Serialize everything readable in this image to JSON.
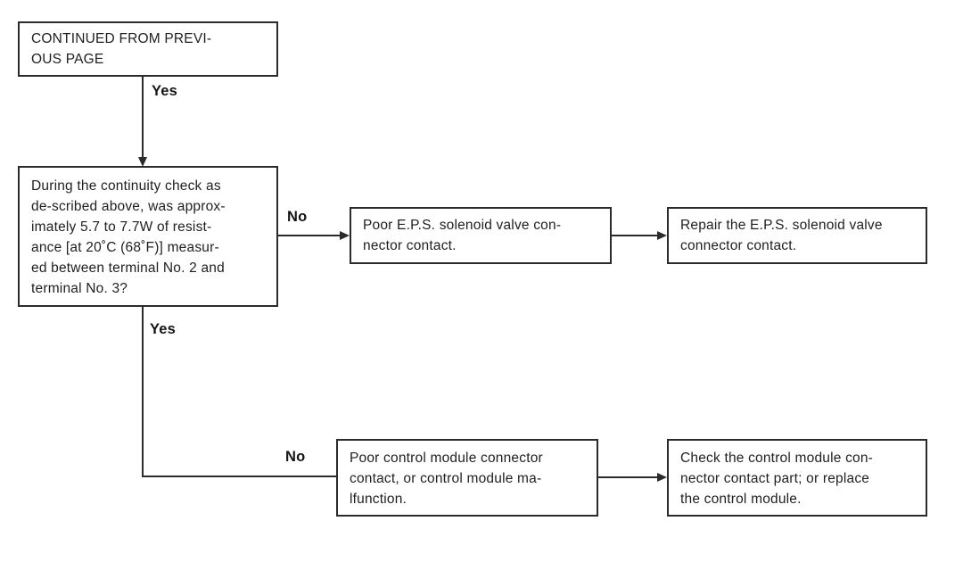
{
  "page": {
    "background": "#ffffff",
    "line_color": "#2b2b2b",
    "text_color": "#1f1f1f"
  },
  "diagram": {
    "type": "flowchart",
    "nodes": {
      "continued": "CONTINUED FROM PREVI-\nOUS PAGE",
      "question": "During the continuity check as\nde-scribed above, was approx-\nimately 5.7 to 7.7W of resist-\nance [at 20˚C (68˚F)] measur-\ned between terminal No. 2 and\nterminal No. 3?",
      "poor_eps_connector": "Poor E.P.S. solenoid valve con-\nnector contact.",
      "repair_eps_connector": "Repair the E.P.S. solenoid valve\nconnector contact.",
      "poor_control_module": "Poor control module connector\ncontact, or control module ma-\nlfunction.",
      "check_control_module": "Check the control module con-\nnector contact part; or replace\nthe control module."
    },
    "edge_labels": {
      "yes_top": "Yes",
      "no_top": "No",
      "yes_bottom": "Yes",
      "no_bottom": "No"
    }
  }
}
